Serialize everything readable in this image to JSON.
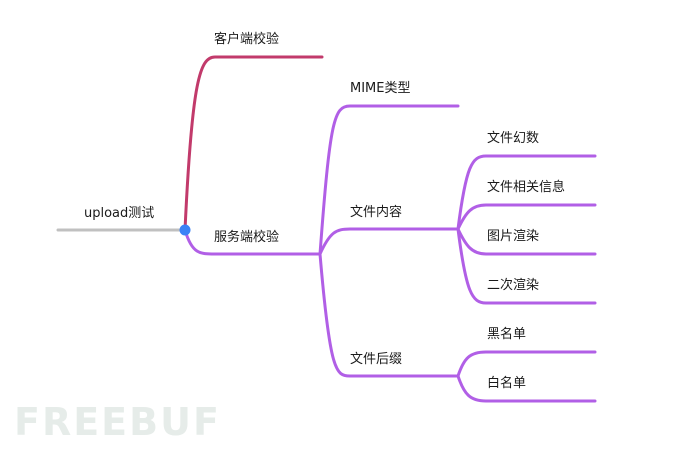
{
  "root": {
    "label": "upload测试"
  },
  "branches": {
    "client": {
      "label": "客户端校验"
    },
    "server": {
      "label": "服务端校验",
      "mime": {
        "label": "MIME类型"
      },
      "content": {
        "label": "文件内容",
        "children": [
          "文件幻数",
          "文件相关信息",
          "图片渲染",
          "二次渲染"
        ]
      },
      "suffix": {
        "label": "文件后缀",
        "children": [
          "黑名单",
          "白名单"
        ]
      }
    }
  },
  "watermark": {
    "text": "FREEBUF"
  },
  "colors": {
    "root_line": "#c0c0c0",
    "client_line": "#c23a6b",
    "server_line": "#b15fe6",
    "root_dot": "#3b82f6"
  }
}
